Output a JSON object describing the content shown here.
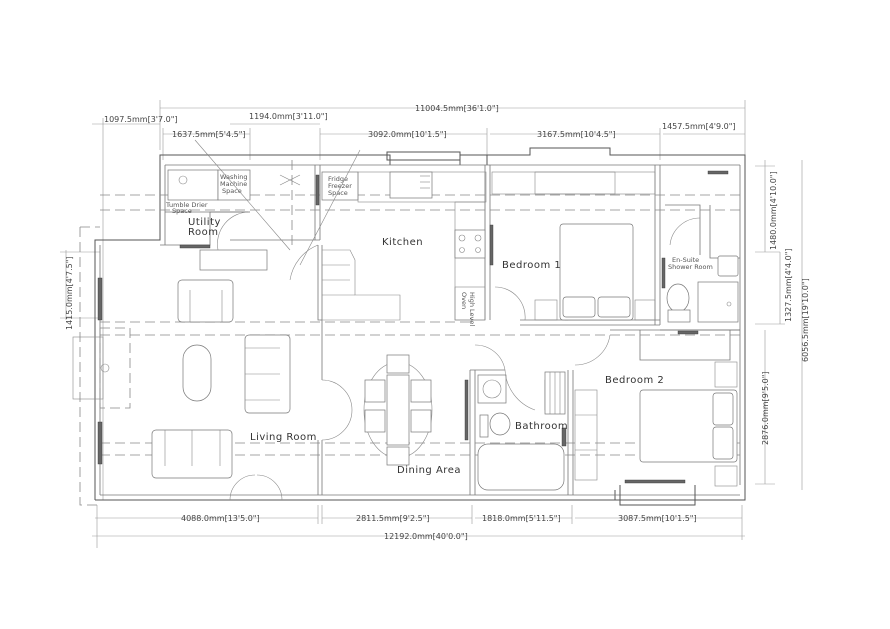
{
  "plan": {
    "rooms": [
      {
        "id": "utility",
        "label_line1": "Utility",
        "label_line2": "Room"
      },
      {
        "id": "kitchen",
        "label": "Kitchen"
      },
      {
        "id": "bedroom1",
        "label": "Bedroom 1"
      },
      {
        "id": "ensuite",
        "label_line1": "En-Suite",
        "label_line2": "Shower Room"
      },
      {
        "id": "living",
        "label": "Living Room"
      },
      {
        "id": "dining",
        "label": "Dining Area"
      },
      {
        "id": "bathroom",
        "label": "Bathroom"
      },
      {
        "id": "bedroom2",
        "label": "Bedroom 2"
      }
    ],
    "appliance_labels": {
      "washing_1": "Washing",
      "washing_2": "Machine",
      "washing_3": "Space",
      "dryer_1": "Tumble Drier",
      "dryer_2": "Space",
      "fridge_1": "Fridge",
      "fridge_2": "Freezer",
      "fridge_3": "Space",
      "oven_1": "High Level",
      "oven_2": "Oven"
    },
    "dimensions": {
      "top_overall": "11004.5mm[36'1.0\"]",
      "top_left_offset": "1097.5mm[3'7.0\"]",
      "top_utility_door": "1194.0mm[3'11.0\"]",
      "top_utility": "1637.5mm[5'4.5\"]",
      "top_kitchen": "3092.0mm[10'1.5\"]",
      "top_bedroom1": "3167.5mm[10'4.5\"]",
      "top_ensuite": "1457.5mm[4'9.0\"]",
      "right_ensuite": "1480.0mm[4'10.0\"]",
      "right_shower": "1327.5mm[4'4.0\"]",
      "right_overall": "6056.5mm[19'10.0\"]",
      "right_bedroom2": "2876.0mm[9'5.0\"]",
      "left_bay": "1415.0mm[4'7.5\"]",
      "bottom_living": "4088.0mm[13'5.0\"]",
      "bottom_dining": "2811.5mm[9'2.5\"]",
      "bottom_bathroom": "1818.0mm[5'11.5\"]",
      "bottom_bedroom2": "3087.5mm[10'1.5\"]",
      "bottom_overall": "12192.0mm[40'0.0\"]"
    }
  }
}
